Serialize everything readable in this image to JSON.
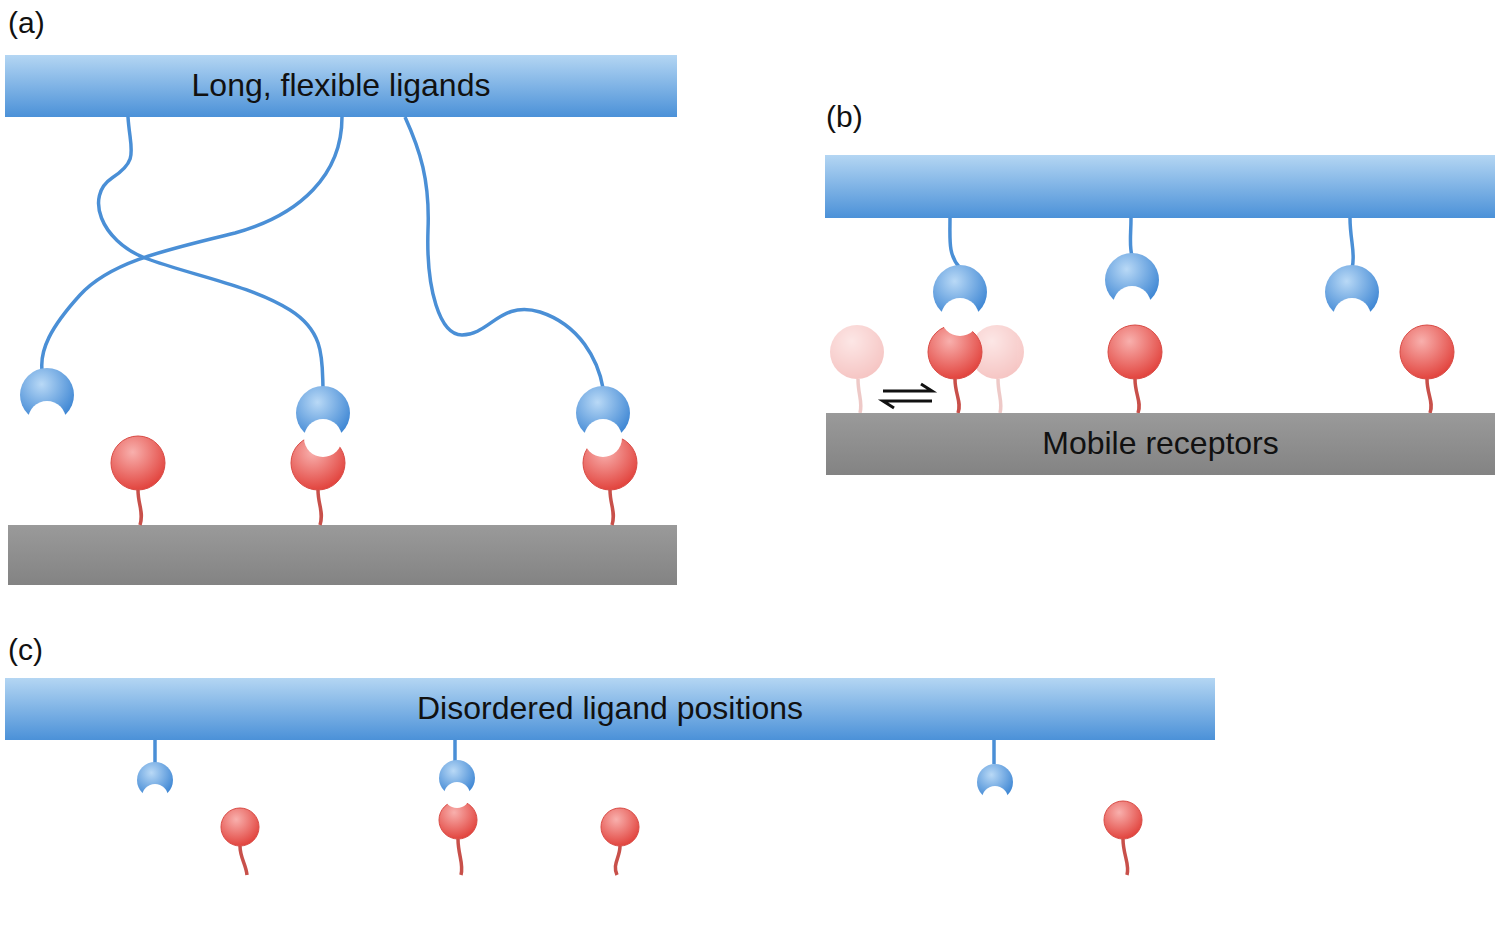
{
  "diagram": {
    "nodes": [
      {
        "text": [
          "Long, flexible ligands"
        ]
      },
      {
        "text": [
          "Mobile receptors"
        ]
      },
      {
        "text": [
          "Disordered ligand positions"
        ]
      }
    ],
    "labels": [
      "(a)",
      "(b)",
      "(c)"
    ]
  }
}
